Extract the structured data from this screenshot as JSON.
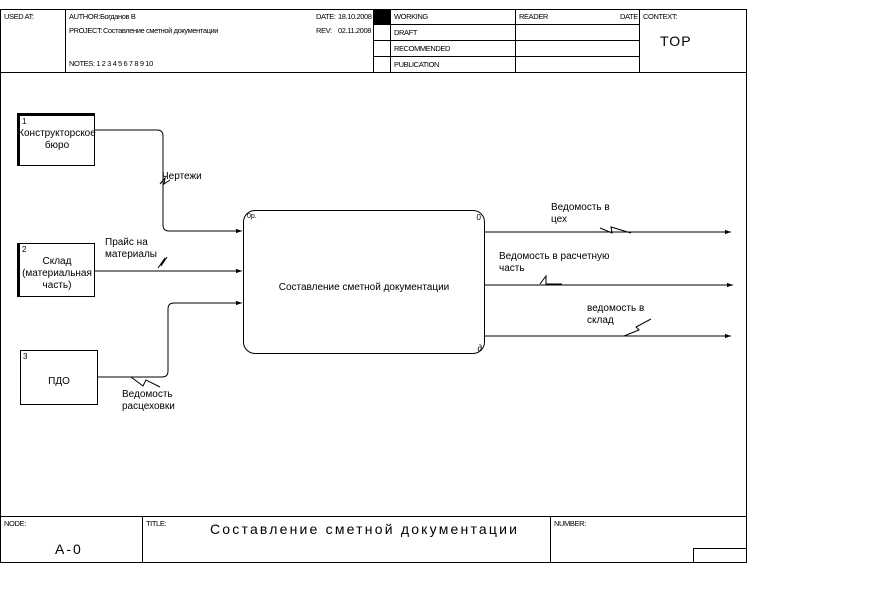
{
  "header": {
    "used_at_label": "USED AT:",
    "author_label": "AUTHOR:",
    "author": "Богданов В",
    "project_label": "PROJECT:",
    "project": "Составление сметной документации",
    "date_label": "DATE:",
    "date": "18.10.2008",
    "rev_label": "REV:",
    "rev": "02.11.2008",
    "notes": "NOTES:  1  2  3  4  5  6  7  8  9  10",
    "status": [
      "WORKING",
      "DRAFT",
      "RECOMMENDED",
      "PUBLICATION"
    ],
    "reader_label": "READER",
    "reader_date_label": "DATE",
    "context_label": "CONTEXT:",
    "context": "TOP"
  },
  "diagram": {
    "boxes": [
      {
        "num": "1",
        "label": "Конструкторское бюро"
      },
      {
        "num": "2",
        "label": "Склад (материальная часть)"
      },
      {
        "num": "3",
        "label": "ПДО"
      }
    ],
    "activity": {
      "label": "Составление сметной документации",
      "tag": "0р.",
      "num": "0"
    },
    "arrows": {
      "drawings": "Чертежи",
      "price": "Прайс на материалы",
      "workshop_list": "Ведомость расцеховки",
      "out1": "Ведомость в цех",
      "out2": "Ведомость в расчетную часть",
      "out3": "ведомость в склад"
    }
  },
  "footer": {
    "node_label": "NODE:",
    "node": "A-0",
    "title_label": "TITLE:",
    "title": "Составление сметной документации",
    "number_label": "NUMBER:"
  }
}
